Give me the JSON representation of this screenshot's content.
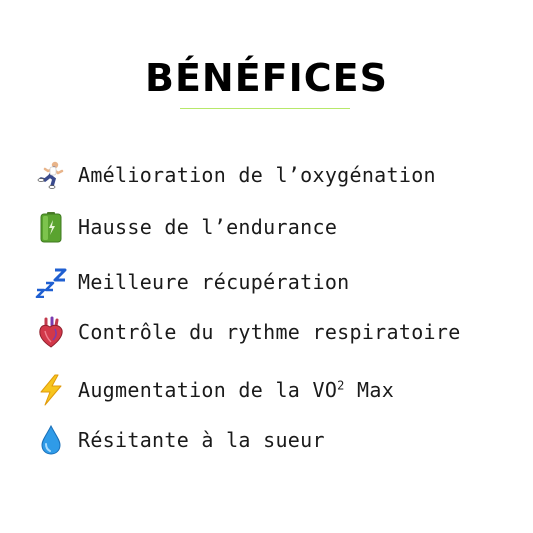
{
  "title": "BÉNÉFICES",
  "accent_color": "#b7e86a",
  "items": [
    {
      "icon": "runner-icon",
      "label": "Amélioration de l’oxygénation"
    },
    {
      "icon": "battery-icon",
      "label": "Hausse de l’endurance"
    },
    {
      "icon": "sleep-zzz-icon",
      "label": "Meilleure récupération"
    },
    {
      "icon": "anatomical-heart-icon",
      "label": "Contrôle du rythme respiratoire"
    },
    {
      "icon": "lightning-icon",
      "label_main": "Augmentation de la VO",
      "label_sup": "2",
      "label_end": " Max"
    },
    {
      "icon": "droplet-icon",
      "label": "Résitante à la sueur"
    }
  ]
}
